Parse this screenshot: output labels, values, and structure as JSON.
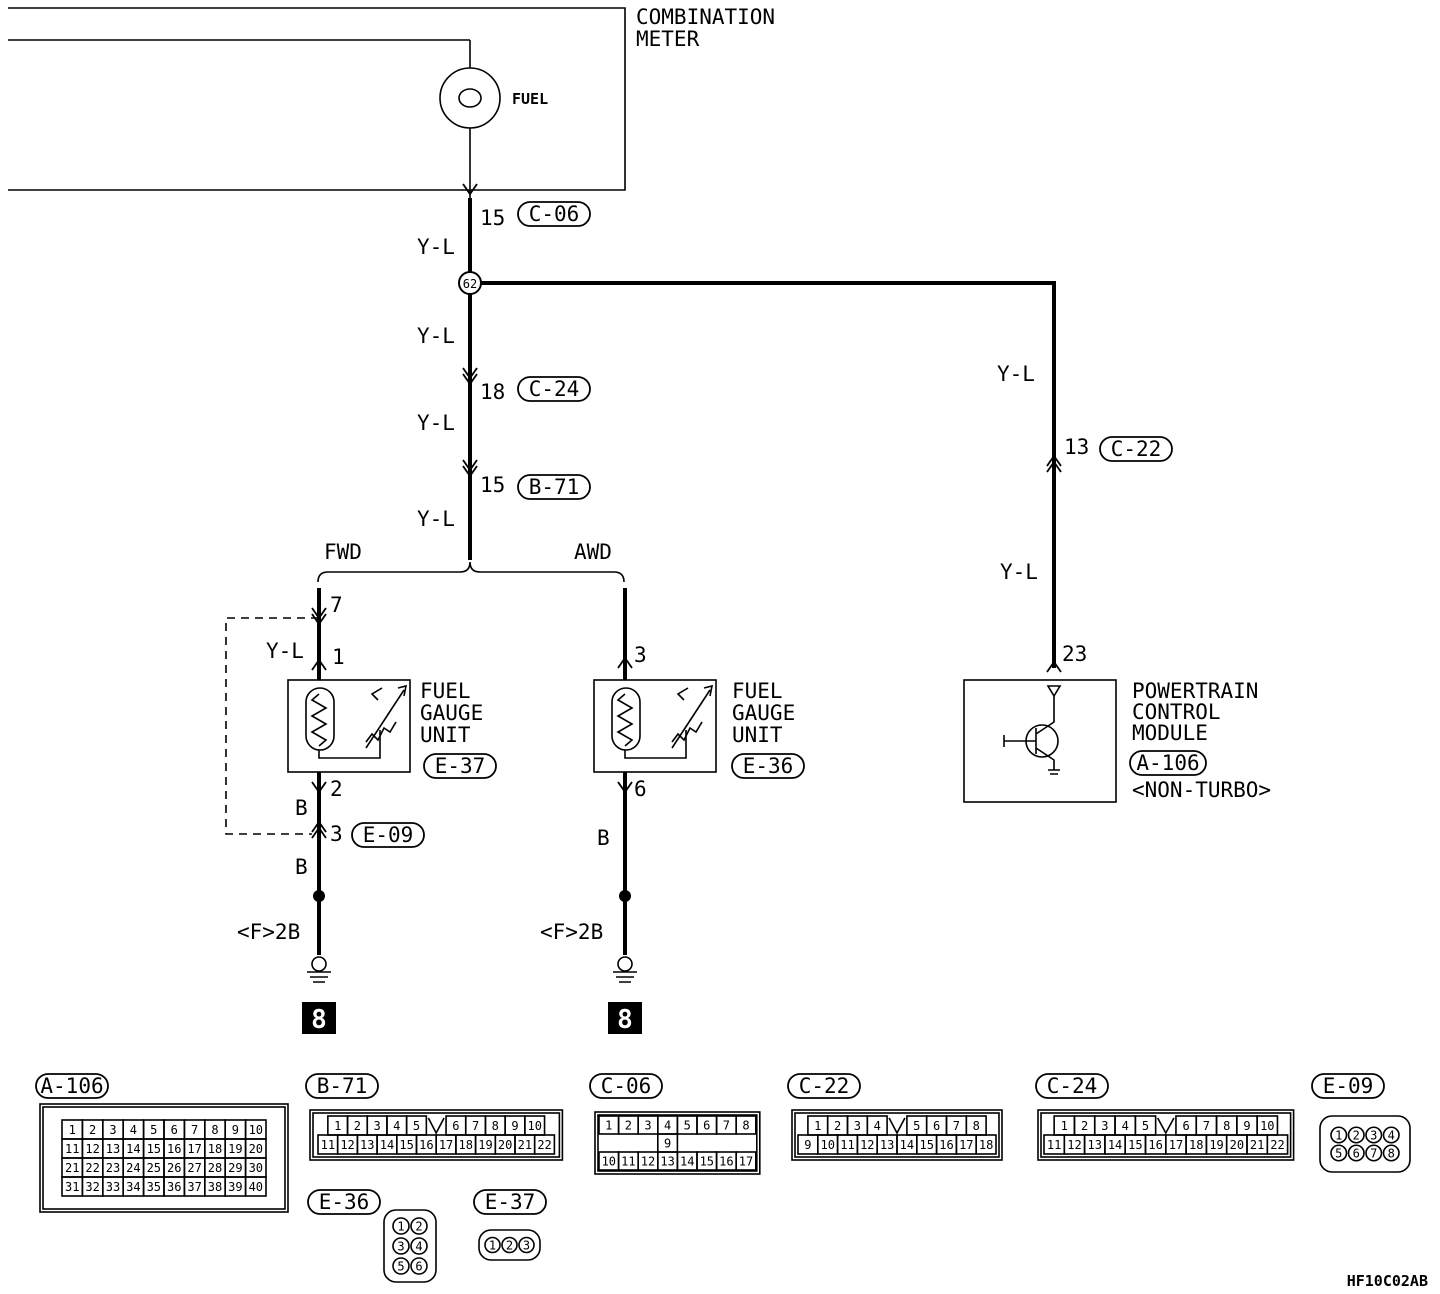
{
  "combination_meter": {
    "line1": "COMBINATION",
    "line2": "METER",
    "gauge_label": "FUEL"
  },
  "wire_color_yl": "Y-L",
  "wire_color_b": "B",
  "junction": "62",
  "pins": {
    "c06": "15",
    "c24": "18",
    "b71": "15",
    "c22": "13",
    "fwd_7": "7",
    "fwd_1": "1",
    "fwd_2": "2",
    "e09_3": "3",
    "awd_3": "3",
    "awd_6": "6",
    "pcm_23": "23"
  },
  "connectors": {
    "c06": "C-06",
    "c24": "C-24",
    "b71": "B-71",
    "c22": "C-22",
    "e37": "E-37",
    "e36": "E-36",
    "e09": "E-09",
    "a106": "A-106"
  },
  "branch": {
    "fwd": "FWD",
    "awd": "AWD"
  },
  "fuel_gauge_unit": {
    "line1": "FUEL",
    "line2": "GAUGE",
    "line3": "UNIT"
  },
  "pcm": {
    "line1": "POWERTRAIN",
    "line2": "CONTROL",
    "line3": "MODULE",
    "variant": "<NON-TURBO>"
  },
  "ground": {
    "label": "<F>2B",
    "ref": "8"
  },
  "figure_id": "HF10C02AB",
  "connector_faces": {
    "a106": [
      [
        "1",
        "2",
        "3",
        "4",
        "5",
        "6",
        "7",
        "8",
        "9",
        "10"
      ],
      [
        "11",
        "12",
        "13",
        "14",
        "15",
        "16",
        "17",
        "18",
        "19",
        "20"
      ],
      [
        "21",
        "22",
        "23",
        "24",
        "25",
        "26",
        "27",
        "28",
        "29",
        "30"
      ],
      [
        "31",
        "32",
        "33",
        "34",
        "35",
        "36",
        "37",
        "38",
        "39",
        "40"
      ]
    ],
    "b71": [
      [
        "1",
        "2",
        "3",
        "4",
        "5",
        "",
        "6",
        "7",
        "8",
        "9",
        "10"
      ],
      [
        "11",
        "12",
        "13",
        "14",
        "15",
        "16",
        "17",
        "18",
        "19",
        "20",
        "21",
        "22"
      ]
    ],
    "c06": [
      [
        "1",
        "2",
        "3",
        "4",
        "5",
        "6",
        "7",
        "8"
      ],
      [
        "",
        "",
        "",
        "9",
        "",
        "",
        "",
        ""
      ],
      [
        "10",
        "11",
        "12",
        "13",
        "14",
        "15",
        "16",
        "17"
      ]
    ],
    "c22": [
      [
        "1",
        "2",
        "3",
        "4",
        "",
        "5",
        "6",
        "7",
        "8"
      ],
      [
        "9",
        "10",
        "11",
        "12",
        "13",
        "14",
        "15",
        "16",
        "17",
        "18"
      ]
    ],
    "c24": [
      [
        "1",
        "2",
        "3",
        "4",
        "5",
        "",
        "6",
        "7",
        "8",
        "9",
        "10"
      ],
      [
        "11",
        "12",
        "13",
        "14",
        "15",
        "16",
        "17",
        "18",
        "19",
        "20",
        "21",
        "22"
      ]
    ],
    "e09": [
      [
        "1",
        "2",
        "3",
        "4"
      ],
      [
        "5",
        "6",
        "7",
        "8"
      ]
    ],
    "e36": [
      [
        "1",
        "2"
      ],
      [
        "3",
        "4"
      ],
      [
        "5",
        "6"
      ]
    ],
    "e37": [
      [
        "1",
        "2",
        "3"
      ]
    ]
  }
}
